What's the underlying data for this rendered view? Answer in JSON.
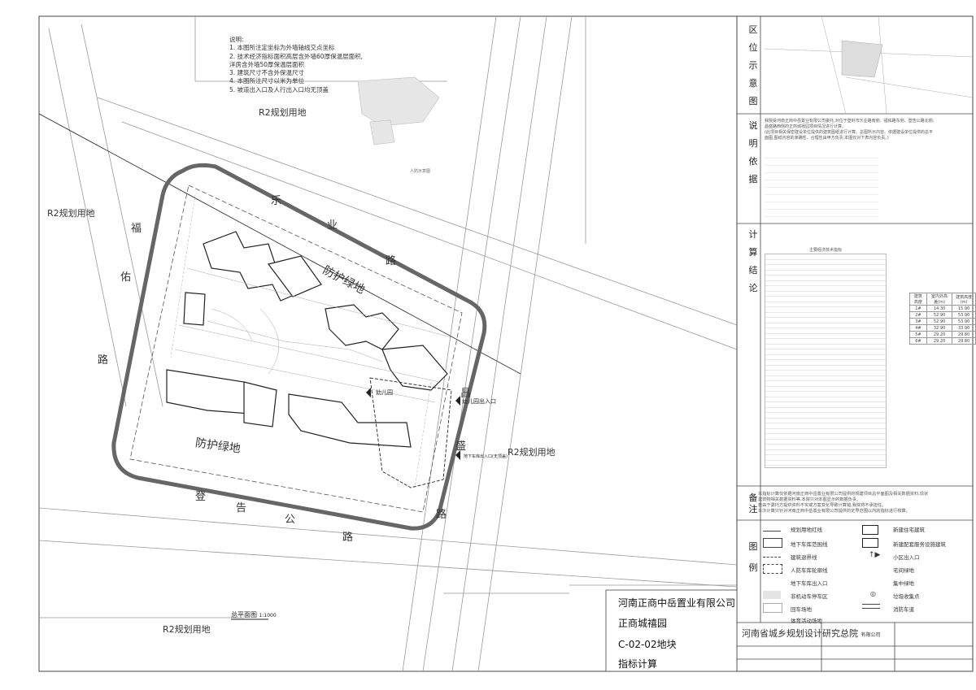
{
  "notes": {
    "heading": "说明:",
    "items": [
      "1. 本图所注定坐标为外墙轴线交点坐标",
      "2. 技术经济指标面积高层含外墙60厚保温层面积,",
      "洋房含外墙50厚保温层面积",
      "3. 建筑尺寸不含外保温尺寸",
      "4. 本图所注尺寸以米为单位",
      "5. 坡道出入口及人行出入口均无顶盖"
    ]
  },
  "land": {
    "r2_label": "R2规划用地",
    "green_label": "防护绿地",
    "road_note": "人防示意图"
  },
  "roads": {
    "north": [
      "乐",
      "业",
      "路"
    ],
    "west": [
      "福",
      "佑",
      "路"
    ],
    "east": [
      "昌",
      "盛",
      "路"
    ],
    "south": [
      "登",
      "告",
      "公",
      "路"
    ]
  },
  "entrances": {
    "kindergarten": "幼儿园",
    "kindergarten_entrance": "幼儿园出入口",
    "underground_entrance": "地下车库出入口(无顶盖)"
  },
  "title": {
    "main": "总平面图",
    "scale": "1:1000"
  },
  "panel": {
    "location_head": [
      "区",
      "位",
      "示",
      "意",
      "图"
    ],
    "basis_head": [
      "说",
      "明",
      "依",
      "据"
    ],
    "basis_text": [
      "我院受河南正商中岳置业有限公司委托,对位于登封市乐业路南侧、福佑路东侧、登告公路北侧、",
      "昌盛路西侧的正商城禧园项目情况进行计算。",
      "(此项目相关保密建设单位提供的建筑图纸进行计算。总图所示内容、依据建设单位提供的总平",
      "面图,图纸内容的准确性、合理性由甲方负责;本图仅对下表内容负责。)"
    ],
    "calc_head": [
      "计",
      "算",
      "结",
      "论"
    ],
    "econ_title": "主要经济技术指标",
    "height_table": {
      "headers": [
        "建筑高度",
        "室内外高差(m)",
        "建筑高度(m)"
      ],
      "rows": [
        [
          "1#",
          "14.30",
          "15.90"
        ],
        [
          "2#",
          "52.90",
          "53.90"
        ],
        [
          "3#",
          "52.90",
          "53.90"
        ],
        [
          "4#",
          "32.90",
          "33.90"
        ],
        [
          "5#",
          "29.20",
          "29.80"
        ],
        [
          "6#",
          "29.20",
          "29.80"
        ]
      ]
    },
    "remark_head": [
      "备",
      "注"
    ],
    "remark_text": [
      "本指标计算仅依据河南正商中岳置业有限公司提供的规建项目总平面图及相关数据资料,现状",
      "建筑物相关数据资料等,本院只对本图显示的数据负责。",
      "若由于委托方提供资料不实或方案变化导致计算错,我院将不承担任。",
      "本次计算只针对河南正商中岳置业有限公司提供的定界范围以内的指标进行核算。"
    ],
    "legend_head": [
      "图",
      "例"
    ],
    "legend": [
      "规划用地红线",
      "新建住宅建筑",
      "地下车库范围线",
      "新建配套服务设施建筑",
      "建筑退界线",
      "小区出入口",
      "人防车库轮廓线",
      "宅间绿地",
      "地下车库出入口",
      "集中绿地",
      "非机动车停车区",
      "垃圾收集点",
      "回车场地",
      "消防车道",
      "体育活动场地",
      ""
    ]
  },
  "company": {
    "client": "河南正商中岳置业有限公司",
    "project": "正商城禧园",
    "plot": "C-02-02地块",
    "doc": "指标计算"
  },
  "institute": {
    "name": "河南省城乡规划设计研究总院",
    "suffix": "有限公司"
  },
  "colors": {
    "line": "#444444",
    "boundary": "#666666",
    "light": "#aaaaaa"
  }
}
